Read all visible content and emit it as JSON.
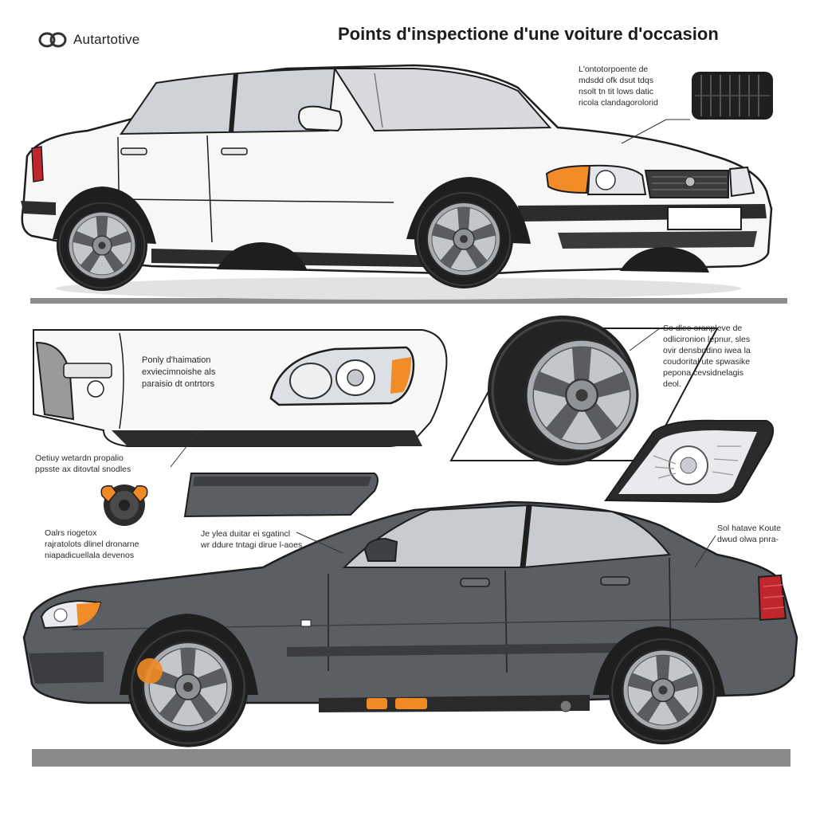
{
  "header": {
    "brand": "Autartotive",
    "title": "Points d'inspectione d'une voiture d'occasion"
  },
  "annotations": [
    {
      "id": "tire-note",
      "lines": [
        "L'ontotorpoente de",
        "mdsdd ofk dsut tdqs",
        "nsolt tn tit lows datic",
        "ricola clandagorolorid"
      ]
    },
    {
      "id": "headlight-panel-note",
      "lines": [
        "Ponly d'haimation",
        "exviecimnoishe als",
        "paraisio dt ontrtors"
      ]
    },
    {
      "id": "wheel-note",
      "lines": [
        "So dlee oranpleve de",
        "odlicironion lepnur, sles",
        "ovir densbndino iwea la",
        "coudorital ute spwasike",
        "pepona cevsidnelagis",
        "deol."
      ]
    },
    {
      "id": "sill-note",
      "lines": [
        "Oetiuy wetardn propalio",
        "ppsste ax ditovtal snodles"
      ]
    },
    {
      "id": "brake-note",
      "lines": [
        "Oalrs riogetox",
        "rajratolots dlinel dronarne",
        "niapadicuellala devenos"
      ]
    },
    {
      "id": "door-note",
      "lines": [
        "Je ylea duitar ei sgatincl",
        "wr ddure tntagi dirue l-aoes."
      ]
    },
    {
      "id": "rear-note",
      "lines": [
        "Sol hatave Koute",
        "dwud olwa pnra-"
      ]
    }
  ],
  "colors": {
    "white_car": "#f7f7f7",
    "dark_car": "#5b5e63",
    "outline": "#1e1e1e",
    "accent": "#f08a24",
    "ground": "#8c8c8c"
  },
  "icons": [
    "brand-logo-icon",
    "tire-icon",
    "brake-caliper-icon"
  ]
}
